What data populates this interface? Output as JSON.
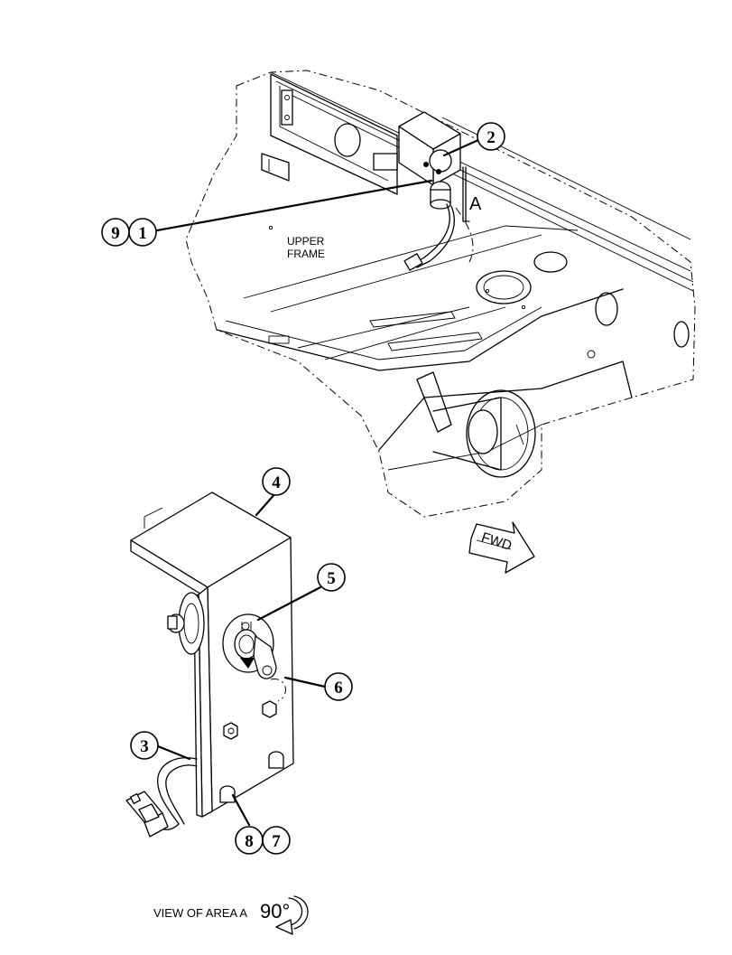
{
  "labels": {
    "upper_frame_line1": "UPPER",
    "upper_frame_line2": "FRAME",
    "view_letter": "A",
    "forward": "FWD",
    "view_caption": "VIEW OF AREA A",
    "rotation": "90°"
  },
  "callouts": [
    {
      "id": "c2",
      "number": "2"
    },
    {
      "id": "c9",
      "number": "9"
    },
    {
      "id": "c1",
      "number": "1"
    },
    {
      "id": "c4",
      "number": "4"
    },
    {
      "id": "c5",
      "number": "5"
    },
    {
      "id": "c6",
      "number": "6"
    },
    {
      "id": "c3",
      "number": "3"
    },
    {
      "id": "c8",
      "number": "8"
    },
    {
      "id": "c7",
      "number": "7"
    }
  ]
}
